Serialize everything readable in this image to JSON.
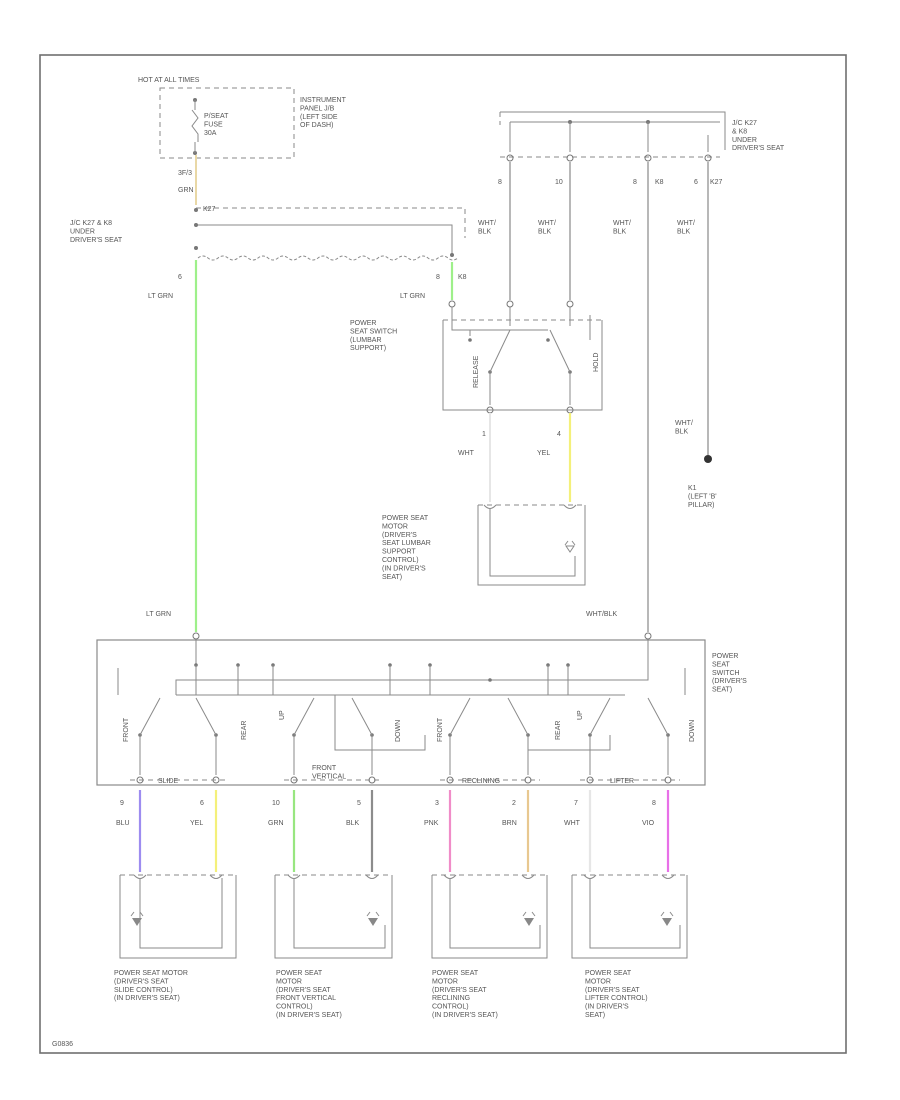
{
  "colors": {
    "border": "#6f6f6f",
    "wire_default": "#bdbdbd",
    "lt_grn": "#9ef08a",
    "yel": "#f4f07a",
    "blu": "#9d8cf0",
    "grn": "#98e680",
    "blk": "#8c8c8c",
    "pnk": "#f08cc8",
    "brn": "#e8c890",
    "wht": "#e6e6e6",
    "vio": "#e870e8",
    "tan_wire": "#e9d8a6"
  },
  "top_left": {
    "hot_label": "HOT AT ALL TIMES",
    "fuse_label": "P/SEAT\nFUSE\n30A",
    "panel_label": "INSTRUMENT\nPANEL J/B\n(LEFT SIDE\nOF DASH)",
    "pin_top": "3F/3",
    "wire_top": "GRN",
    "conn_label": "J/C K27 & K8\nUNDER\nDRIVER'S SEAT",
    "conn_pin": "K27",
    "left_pin": "6",
    "left_wire": "LT GRN",
    "right_pin": "8",
    "right_pin2": "K8",
    "right_wire": "LT GRN"
  },
  "top_right": {
    "jc_label": "J/C K27\n& K8\nUNDER\nDRIVER'S SEAT",
    "pins": [
      "8",
      "10",
      "8",
      "6"
    ],
    "pin_codes": [
      "",
      "",
      "K8",
      "K27"
    ],
    "wires": [
      "WHT/\nBLK",
      "WHT/\nBLK",
      "WHT/\nBLK",
      "WHT/\nBLK"
    ],
    "ground_wire": "WHT/\nBLK",
    "ground_label": "K1\n(LEFT 'B'\nPILLAR)"
  },
  "lumbar_switch": {
    "label": "POWER\nSEAT SWITCH\n(LUMBAR\nSUPPORT)",
    "pos_left": "RELEASE",
    "pos_right": "HOLD",
    "out_pins": [
      "1",
      "4"
    ],
    "out_wires": [
      "WHT",
      "YEL"
    ]
  },
  "lumbar_motor": {
    "label": "POWER SEAT\nMOTOR\n(DRIVER'S\nSEAT LUMBAR\nSUPPORT\nCONTROL)\n(IN DRIVER'S\nSEAT)"
  },
  "main_switch": {
    "label": "POWER\nSEAT\nSWITCH\n(DRIVER'S\nSEAT)",
    "in_left": "LT GRN",
    "in_right": "WHT/BLK",
    "sections": [
      "SLIDE",
      "FRONT\nVERTICAL",
      "RECLINING",
      "LIFTER"
    ],
    "positions": [
      "FRONT",
      "REAR",
      "UP",
      "DOWN",
      "FRONT",
      "REAR",
      "UP",
      "DOWN"
    ]
  },
  "outputs": [
    {
      "pin": "9",
      "wire": "BLU"
    },
    {
      "pin": "6",
      "wire": "YEL"
    },
    {
      "pin": "10",
      "wire": "GRN"
    },
    {
      "pin": "5",
      "wire": "BLK"
    },
    {
      "pin": "3",
      "wire": "PNK"
    },
    {
      "pin": "2",
      "wire": "BRN"
    },
    {
      "pin": "7",
      "wire": "WHT"
    },
    {
      "pin": "8",
      "wire": "VIO"
    }
  ],
  "motors": [
    {
      "label": "POWER SEAT MOTOR\n(DRIVER'S SEAT\nSLIDE CONTROL)\n(IN DRIVER'S SEAT)"
    },
    {
      "label": "POWER SEAT\nMOTOR\n(DRIVER'S SEAT\nFRONT VERTICAL\nCONTROL)\n(IN DRIVER'S SEAT)"
    },
    {
      "label": "POWER SEAT\nMOTOR\n(DRIVER'S SEAT\nRECLINING\nCONTROL)\n(IN DRIVER'S SEAT)"
    },
    {
      "label": "POWER SEAT\nMOTOR\n(DRIVER'S SEAT\nLIFTER CONTROL)\n(IN DRIVER'S\nSEAT)"
    }
  ],
  "code_label": "G0836"
}
